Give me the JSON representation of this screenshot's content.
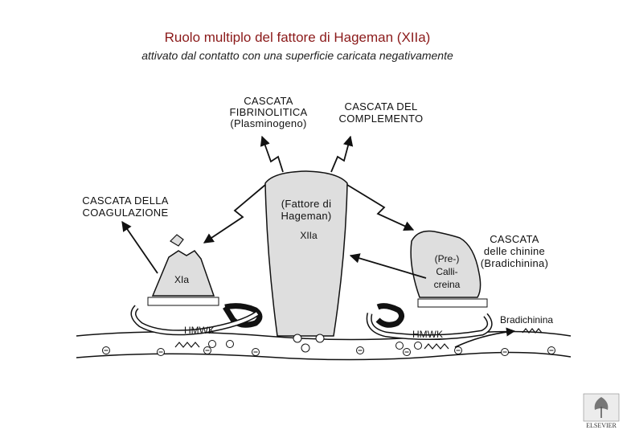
{
  "title": "Ruolo multiplo del fattore di Hageman (XIIa)",
  "subtitle": "attivato dal contatto con una superficie caricata negativamente",
  "labels": {
    "fibrinolitica": [
      "CASCATA",
      "FIBRINOLITICA",
      "(Plasminogeno)"
    ],
    "complemento": [
      "CASCATA DEL",
      "COMPLEMENTO"
    ],
    "coagulazione": [
      "CASCATA DELLA",
      "COAGULAZIONE"
    ],
    "chinine": [
      "CASCATA",
      "delle chinine",
      "(Bradichinina)"
    ],
    "hageman": [
      "(Fattore di",
      "Hageman)",
      "XIIa"
    ],
    "xia": "XIa",
    "precallicreina": [
      "(Pre-)",
      "Calli-",
      "creina"
    ],
    "hmwk_left": "HMWK",
    "hmwk_right": "HMWK",
    "bradichinina": "Bradichinina"
  },
  "logo": "ELSEVIER",
  "colors": {
    "title": "#8b1a1a",
    "line": "#111111"
  }
}
